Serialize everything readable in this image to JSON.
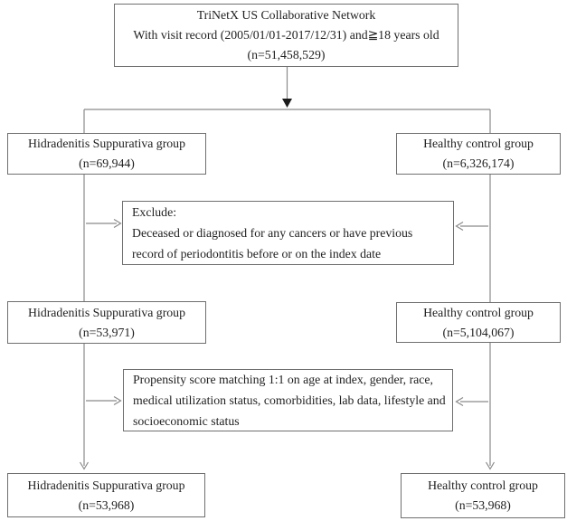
{
  "figure": {
    "kind": "cohort-selection-flowchart"
  },
  "colors": {
    "box_border": "#6f6f6f",
    "connector_line": "#8a8a8a",
    "arrowhead_filled": "#1c1c1c",
    "text": "#1f1f1f",
    "background": "#ffffff"
  },
  "nodes": {
    "source": {
      "lines": [
        "TriNetX US Collaborative Network",
        "With visit record (2005/01/01-2017/12/31) and≧18 years old",
        "(n=51,458,529)"
      ]
    },
    "hs_initial": {
      "label": "Hidradenitis Suppurativa group",
      "count": "(n=69,944)"
    },
    "hc_initial": {
      "label": "Healthy control group",
      "count": "(n=6,326,174)"
    },
    "exclusion": {
      "lines": [
        "Exclude:",
        "Deceased or diagnosed for any cancers or have previous",
        "record of periodontitis before or on the index date"
      ]
    },
    "hs_after_exclusion": {
      "label": "Hidradenitis Suppurativa group",
      "count": "(n=53,971)"
    },
    "hc_after_exclusion": {
      "label": "Healthy control group",
      "count": "(n=5,104,067)"
    },
    "matching": {
      "lines": [
        "Propensity score matching 1:1 on age at index, gender, race,",
        "medical utilization status, comorbidities, lab data, lifestyle and",
        "socioeconomic status"
      ]
    },
    "hs_matched": {
      "label": "Hidradenitis Suppurativa group",
      "count": "(n=53,968)"
    },
    "hc_matched": {
      "label": "Healthy control group",
      "count": "(n=53,968)"
    }
  }
}
